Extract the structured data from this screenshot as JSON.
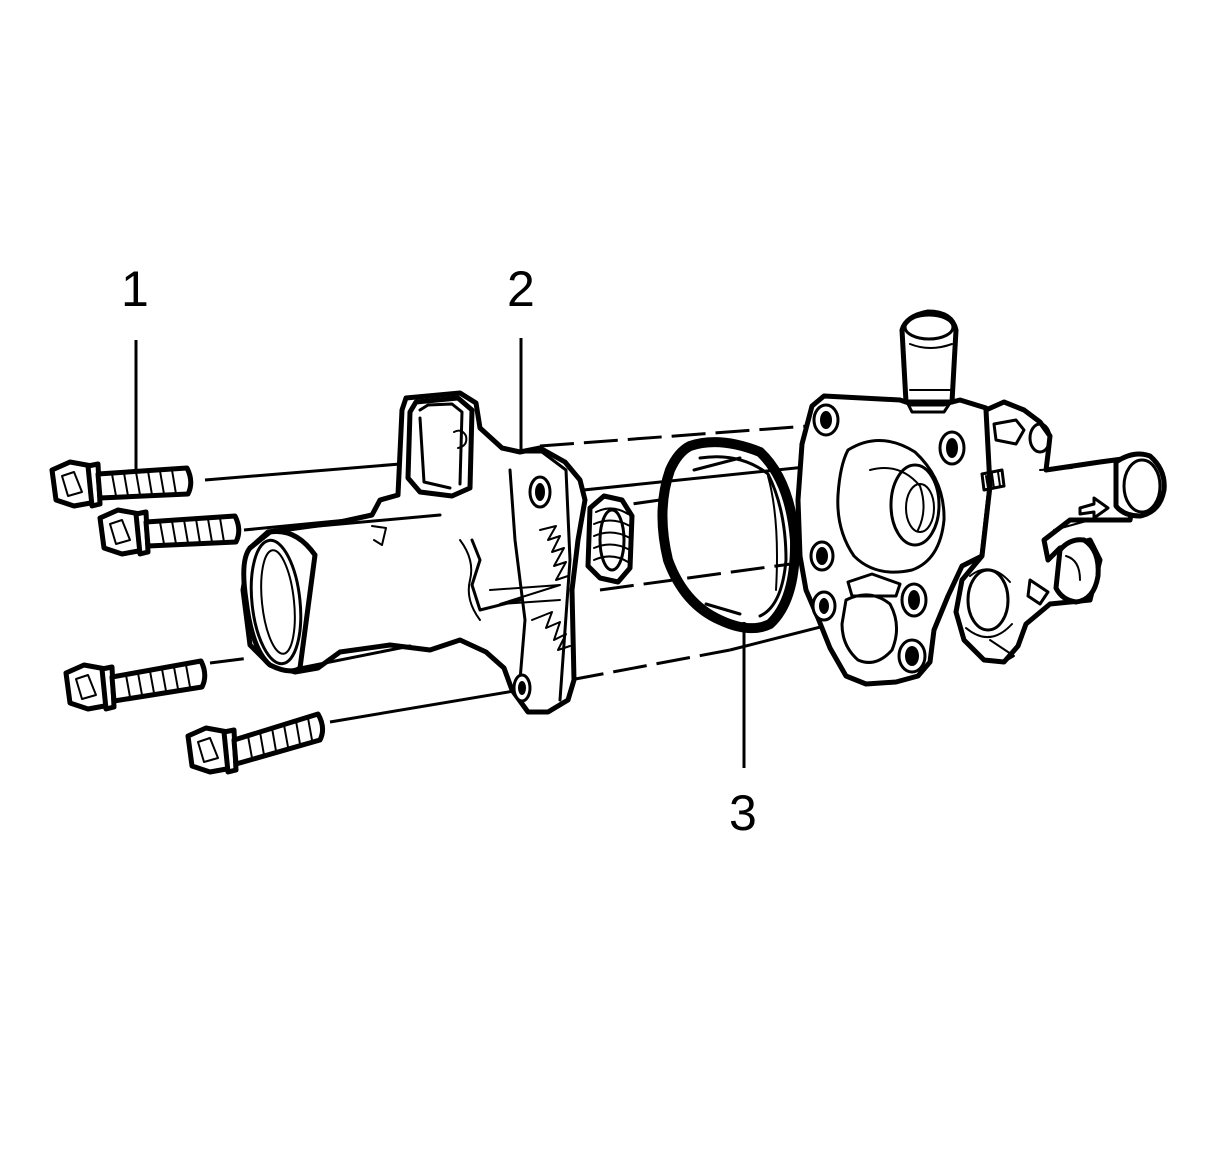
{
  "figure": {
    "type": "exploded-assembly-illustration",
    "callouts": [
      {
        "id": 1,
        "label": "1"
      },
      {
        "id": 2,
        "label": "2"
      },
      {
        "id": 3,
        "label": "3"
      }
    ],
    "line_color": "#000000",
    "background": "#ffffff"
  }
}
